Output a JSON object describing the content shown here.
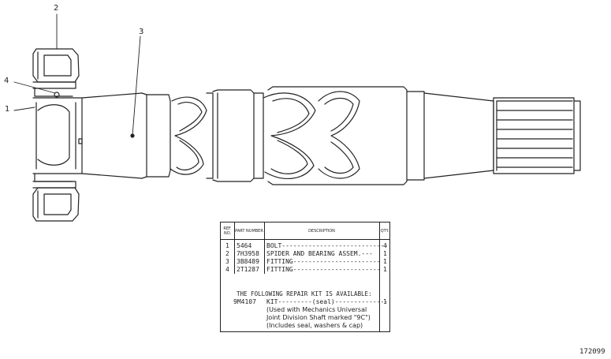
{
  "callouts": [
    "2",
    "3",
    "4",
    "1"
  ],
  "table": {
    "headers": {
      "ref": "REF. NO.",
      "part": "PART NUMBER",
      "desc": "DESCRIPTION",
      "qty": "QTY."
    },
    "rows": [
      {
        "ref": "1",
        "part": "5464",
        "desc": "BOLT----------------------------",
        "qty": "4"
      },
      {
        "ref": "2",
        "part": "7H3958",
        "desc": "SPIDER AND BEARING ASSEM.---",
        "qty": "1"
      },
      {
        "ref": "3",
        "part": "3B8489",
        "desc": "FITTING-----------------------",
        "qty": "1"
      },
      {
        "ref": "4",
        "part": "2T1287",
        "desc": "FITTING-----------------------",
        "qty": "1"
      }
    ],
    "repair_kit": {
      "heading": "THE FOLLOWING REPAIR KIT IS AVAILABLE:",
      "part": "9M4107",
      "desc_lines": [
        "KIT---------(seal)--------------",
        "(Used with Mechanics Universal",
        "Joint Division Shaft marked \"9C\")",
        "(Includes seal, washers & cap)"
      ],
      "qty": "1"
    }
  },
  "drawing_number": "172099"
}
